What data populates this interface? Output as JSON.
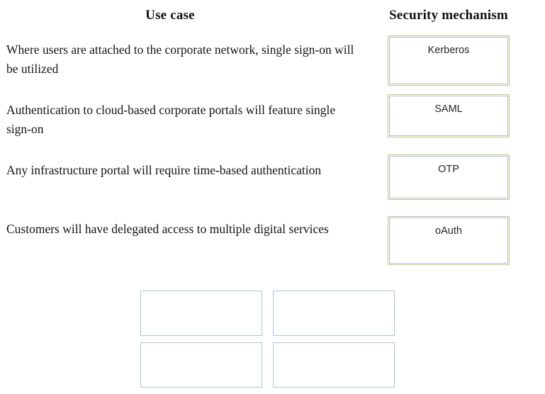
{
  "columns": {
    "left_heading": "Use case",
    "right_heading": "Security mechanism"
  },
  "use_cases": [
    {
      "id": "uc-sso-corporate-network",
      "text": "Where users are attached to the corporate network, single sign-on will be utilized"
    },
    {
      "id": "uc-cloud-portal-sso",
      "text": "Authentication to cloud-based corporate portals will feature single sign-on"
    },
    {
      "id": "uc-infrastructure-time-based",
      "text": "Any infrastructure portal will require time-based authentication"
    },
    {
      "id": "uc-customer-delegated-access",
      "text": "Customers will have delegated access to multiple digital services"
    }
  ],
  "security_mechanisms": [
    {
      "id": "mech-kerberos",
      "label": "Kerberos"
    },
    {
      "id": "mech-saml",
      "label": "SAML"
    },
    {
      "id": "mech-otp",
      "label": "OTP"
    },
    {
      "id": "mech-oauth",
      "label": "oAuth"
    }
  ],
  "answer_slots": [
    {
      "id": "slot-1",
      "value": ""
    },
    {
      "id": "slot-2",
      "value": ""
    },
    {
      "id": "slot-3",
      "value": ""
    },
    {
      "id": "slot-4",
      "value": ""
    }
  ],
  "colors": {
    "page_background": "#ffffff",
    "text": "#141414",
    "tile_outer_border": "#c3c978",
    "tile_inner_border": "#a9c0cf",
    "drop_target_border": "#a8c6dd"
  }
}
